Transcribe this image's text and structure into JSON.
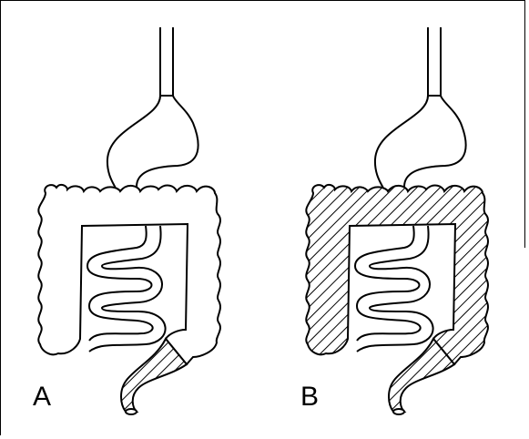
{
  "panels": [
    {
      "id": "A",
      "label": "A",
      "colon_shading": "none",
      "rectum_shading": "hatched"
    },
    {
      "id": "B",
      "label": "B",
      "colon_shading": "hatched",
      "rectum_shading": "hatched"
    }
  ],
  "colors": {
    "ink": "#000000",
    "background": "#ffffff"
  }
}
